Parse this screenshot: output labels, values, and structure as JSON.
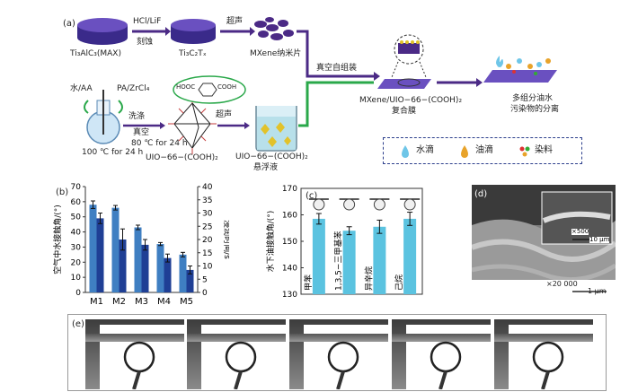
{
  "panel_a": {
    "label": "(a)",
    "max_label": "Ti₃AlC₃(MAX)",
    "etch_reagent": "HCl/LiF",
    "etch_label": "刻蚀",
    "mxene_label": "Ti₃C₂Tₓ",
    "ultrasound1": "超声",
    "nanosheet_label": "MXene纳米片",
    "water_aa": "水/AA",
    "pa_zrcl4": "PA/ZrCl₄",
    "reflux_temp": "100 ℃ for 24 h",
    "wash": "洗涤",
    "vacuum": "真空",
    "dry_temp": "80 ℃ for 24 h",
    "ultrasound2": "超声",
    "uio_label": "UIO−66−(COOH)₂",
    "suspension_label_1": "UIO−66−(COOH)₂",
    "suspension_label_2": "悬浮液",
    "vacuum_assembly": "真空自组装",
    "membrane_label_1": "MXene/UIO−66−(COOH)₂",
    "membrane_label_2": "复合膜",
    "separation_label_1": "多组分油水",
    "separation_label_2": "污染物的分离",
    "cooh_1": "HOOC",
    "cooh_2": "COOH",
    "legend": {
      "water": "水滴",
      "oil": "油滴",
      "dye": "染料"
    }
  },
  "panel_b": {
    "label": "(b)",
    "chart_data": {
      "type": "bar",
      "categories": [
        "M1",
        "M2",
        "M3",
        "M4",
        "M5"
      ],
      "series": [
        {
          "name": "",
          "values": [
            58,
            56,
            43,
            32,
            25
          ],
          "errors": [
            2.5,
            1.5,
            1.5,
            1.0,
            1.5
          ],
          "axis": "left"
        },
        {
          "name": "",
          "values": [
            28,
            20,
            18,
            13,
            8.5
          ],
          "errors": [
            2.0,
            4.0,
            2.0,
            1.5,
            1.5
          ],
          "axis": "right"
        }
      ],
      "ylabel": "空气中水接触角/(°)",
      "ylim": [
        0,
        70
      ],
      "yticks": [
        0,
        10,
        20,
        30,
        40,
        50,
        60,
        70
      ],
      "y2label": "浸润时间/s",
      "y2lim": [
        0,
        40
      ],
      "y2ticks": [
        0,
        5,
        10,
        15,
        20,
        25,
        30,
        35,
        40
      ]
    }
  },
  "panel_c": {
    "label": "(c)",
    "chart_data": {
      "type": "bar",
      "categories": [
        "甲苯",
        "1,3,5−三甲基苯",
        "异辛烷",
        "己烷"
      ],
      "values": [
        158.5,
        154,
        155.5,
        158.5
      ],
      "errors": [
        2.0,
        1.5,
        2.5,
        2.5
      ],
      "ylabel": "水下油接触角/(°)",
      "ylim": [
        130,
        170
      ],
      "yticks": [
        130,
        140,
        150,
        160,
        170
      ]
    }
  },
  "panel_d": {
    "label": "(d)",
    "scale_main_mag": "×20 000",
    "scale_main_len": "1 μm",
    "scale_inset_mag": "×500",
    "scale_inset_len": "10 μm"
  },
  "panel_e": {
    "label": "(e)"
  },
  "colors": {
    "dark_bar": "#1f3f95",
    "light_bar": "#3f7fc2",
    "cyan_bar": "#5bc3e0",
    "arrow_purple": "#4b2a86",
    "arrow_green": "#2aa84a"
  }
}
